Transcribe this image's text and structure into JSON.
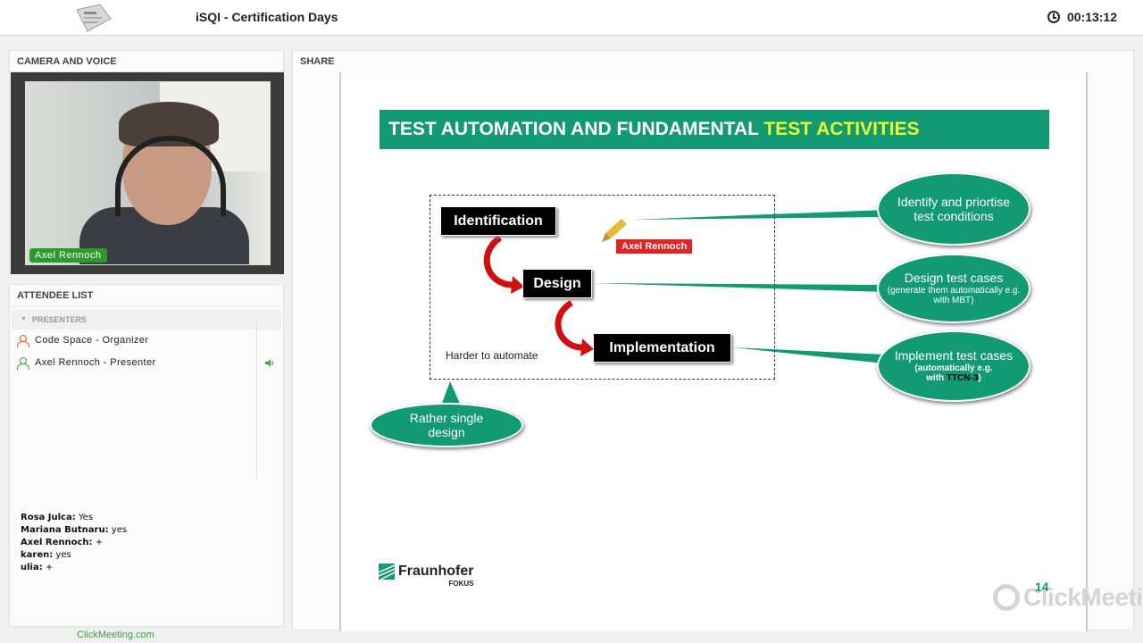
{
  "header": {
    "title": "iSQI - Certification Days",
    "timer": "00:13:12",
    "logo_icon": "isqi-logo-icon",
    "timer_icon": "clock-icon"
  },
  "camera": {
    "title": "CAMERA AND VOICE",
    "presenter_label": "Axel Rennoch"
  },
  "attendees": {
    "title": "ATTENDEE LIST",
    "group_label": "PRESENTERS",
    "items": [
      {
        "name": "Code Space - Organizer",
        "color": "#e06020"
      },
      {
        "name": "Axel Rennoch - Presenter",
        "color": "#3aa53a",
        "speaking": true
      }
    ]
  },
  "chat": [
    {
      "user": "Rosa Julca:",
      "text": " Yes"
    },
    {
      "user": "Mariana Butnaru:",
      "text": " yes"
    },
    {
      "user": "Axel Rennoch:",
      "text": " +"
    },
    {
      "user": "karen:",
      "text": " yes"
    },
    {
      "user": "ulia:",
      "text": " +"
    }
  ],
  "footer": {
    "link": "ClickMeeting.com"
  },
  "share": {
    "title": "SHARE",
    "slide": {
      "title_main": "TEST AUTOMATION AND FUNDAMENTAL ",
      "title_highlight": "TEST ACTIVITIES",
      "steps": [
        "Identification",
        "Design",
        "Implementation"
      ],
      "harder_label": "Harder to automate",
      "annotation": "Axel Rennoch",
      "callouts": [
        {
          "main": "Identify and priortise test conditions"
        },
        {
          "main": "Design test cases",
          "sub": "(generate them automatically e.g. with MBT)"
        },
        {
          "main": "Implement test cases",
          "sub_bold": "(automatically e.g. with ",
          "code": "TTCN-3",
          "sub_end": ")"
        }
      ],
      "single_design": "Rather single design",
      "org_name": "Fraunhofer",
      "org_sub": "FOKUS",
      "page_number": "14",
      "watermark": "ClickMeeting"
    }
  },
  "colors": {
    "accent_green": "#129a72",
    "highlight_yellow": "#e6ff33",
    "annotation_red": "#e32222",
    "status_green": "#3aa53a"
  }
}
